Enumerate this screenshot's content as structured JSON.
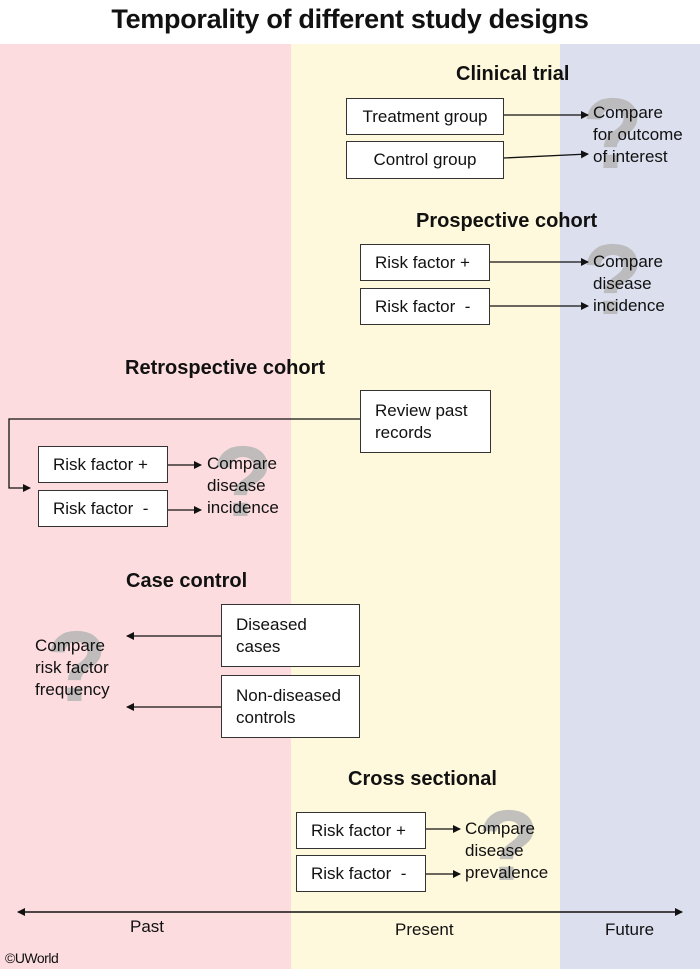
{
  "title": "Temporality of different study designs",
  "columns": {
    "past_color": "#fcdcdf",
    "present_color": "#fef8dc",
    "future_color": "#dcdfee"
  },
  "clinical_trial": {
    "heading": "Clinical trial",
    "boxes": [
      "Treatment group",
      "Control group"
    ],
    "outcome": [
      "Compare",
      "for outcome",
      "of interest"
    ]
  },
  "prospective_cohort": {
    "heading": "Prospective cohort",
    "boxes": [
      "Risk factor +",
      "Risk factor  -"
    ],
    "outcome": [
      "Compare",
      "disease",
      "incidence"
    ]
  },
  "retrospective_cohort": {
    "heading": "Retrospective cohort",
    "source": [
      "Review past",
      "records"
    ],
    "boxes": [
      "Risk factor +",
      "Risk factor  -"
    ],
    "outcome": [
      "Compare",
      "disease",
      "incidence"
    ]
  },
  "case_control": {
    "heading": "Case control",
    "boxes": [
      [
        "Diseased",
        "cases"
      ],
      [
        "Non-diseased",
        "controls"
      ]
    ],
    "outcome": [
      "Compare",
      "risk factor",
      "frequency"
    ]
  },
  "cross_sectional": {
    "heading": "Cross sectional",
    "boxes": [
      "Risk factor +",
      "Risk factor  -"
    ],
    "outcome": [
      "Compare",
      "disease",
      "prevalence"
    ]
  },
  "question_mark": "?",
  "timeline": {
    "past": "Past",
    "present": "Present",
    "future": "Future"
  },
  "copyright": "©UWorld"
}
